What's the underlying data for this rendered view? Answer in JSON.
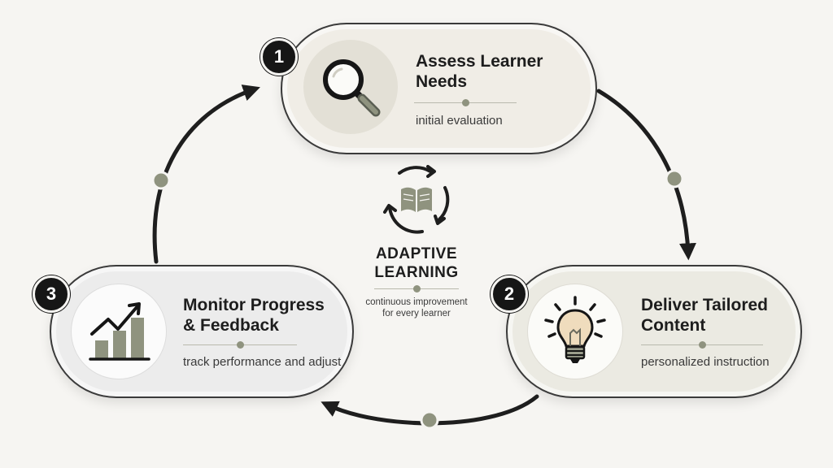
{
  "center": {
    "title_line1": "ADAPTIVE",
    "title_line2": "LEARNING",
    "subtitle_line1": "continuous improvement",
    "subtitle_line2": "for every learner",
    "icon": "book-cycle-icon"
  },
  "steps": [
    {
      "number": "1",
      "title_line1": "Assess Learner",
      "title_line2": "Needs",
      "subtitle": "initial evaluation",
      "icon": "magnifier-icon"
    },
    {
      "number": "2",
      "title_line1": "Deliver Tailored",
      "title_line2": "Content",
      "subtitle": "personalized instruction",
      "icon": "lightbulb-icon"
    },
    {
      "number": "3",
      "title_line1": "Monitor Progress",
      "title_line2": "& Feedback",
      "subtitle": "track performance and adjust",
      "icon": "growth-chart-icon"
    }
  ],
  "colors": {
    "accent": "#8f937f",
    "ink": "#1d1d1d",
    "arrow": "#1e1e1e"
  }
}
